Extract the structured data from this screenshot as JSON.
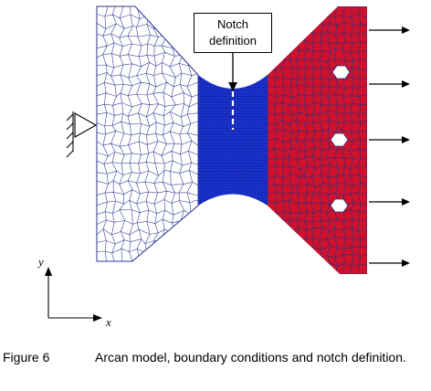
{
  "callout": {
    "line1": "Notch",
    "line2": "definition"
  },
  "axes": {
    "y": "y",
    "x": "x"
  },
  "caption": {
    "number": "Figure 6",
    "text": "Arcan model, boundary conditions and notch definition."
  },
  "colors": {
    "left_mesh": "#2b2f8f",
    "middle_mesh": "#1f35d4",
    "right_mesh": "#d0112b",
    "mesh_line_right": "#34307a"
  }
}
